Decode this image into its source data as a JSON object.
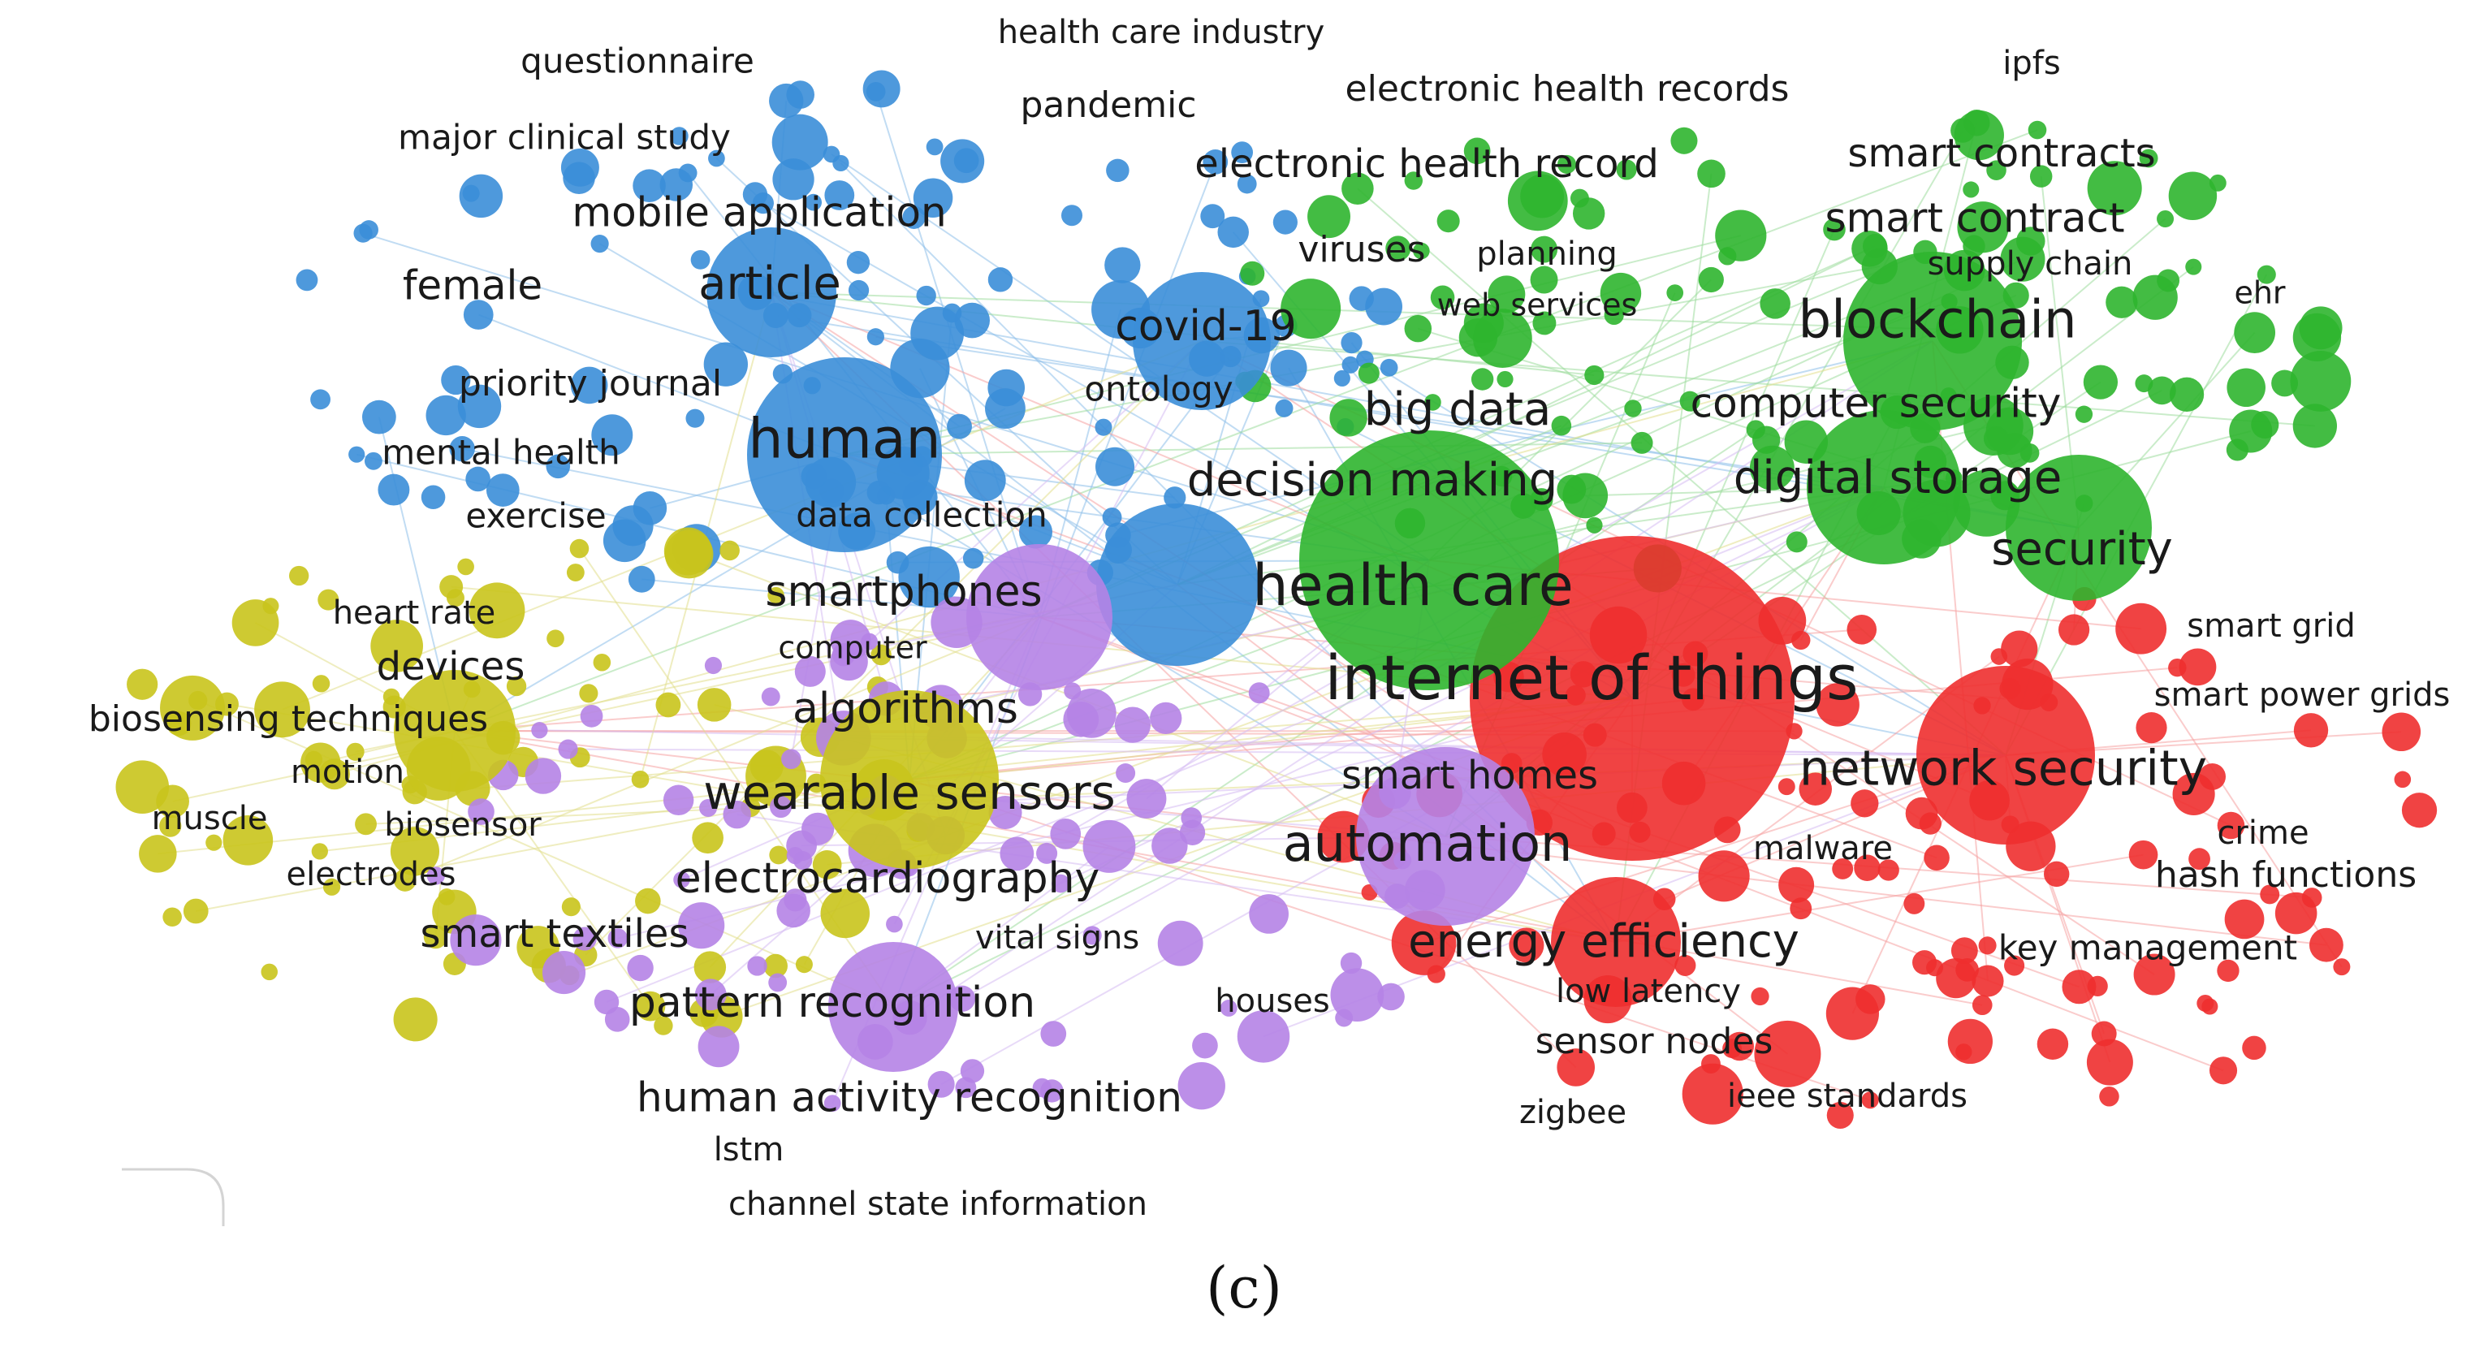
{
  "figure": {
    "caption": "(c)"
  },
  "colors": {
    "blue": "#3b8ed8",
    "green": "#2fb52f",
    "red": "#ee2f2f",
    "yellow": "#c9c41c",
    "purple": "#b583e6",
    "blue_link": "#8fc0ea",
    "green_link": "#9fdd9f",
    "red_link": "#f6a3a3",
    "yellow_link": "#e2df8e",
    "purple_link": "#d6bdf3"
  },
  "terms": [
    {
      "id": "health-care-industry",
      "text": "health care industry",
      "cluster": "blue"
    },
    {
      "id": "questionnaire",
      "text": "questionnaire",
      "cluster": "blue"
    },
    {
      "id": "ipfs",
      "text": "ipfs",
      "cluster": "green"
    },
    {
      "id": "pandemic",
      "text": "pandemic",
      "cluster": "blue"
    },
    {
      "id": "electronic-health-records",
      "text": "electronic health records",
      "cluster": "green"
    },
    {
      "id": "major-clinical-study",
      "text": "major clinical study",
      "cluster": "blue"
    },
    {
      "id": "smart-contracts",
      "text": "smart contracts",
      "cluster": "green"
    },
    {
      "id": "electronic-health-record",
      "text": "electronic health record",
      "cluster": "green"
    },
    {
      "id": "mobile-application",
      "text": "mobile application",
      "cluster": "blue"
    },
    {
      "id": "smart-contract",
      "text": "smart contract",
      "cluster": "green"
    },
    {
      "id": "viruses",
      "text": "viruses",
      "cluster": "blue"
    },
    {
      "id": "planning",
      "text": "planning",
      "cluster": "green"
    },
    {
      "id": "supply-chain",
      "text": "supply chain",
      "cluster": "green"
    },
    {
      "id": "female",
      "text": "female",
      "cluster": "blue"
    },
    {
      "id": "article",
      "text": "article",
      "cluster": "blue"
    },
    {
      "id": "ehr",
      "text": "ehr",
      "cluster": "green"
    },
    {
      "id": "web-services",
      "text": "web services",
      "cluster": "green"
    },
    {
      "id": "blockchain",
      "text": "blockchain",
      "cluster": "green"
    },
    {
      "id": "covid-19",
      "text": "covid-19",
      "cluster": "blue"
    },
    {
      "id": "priority-journal",
      "text": "priority journal",
      "cluster": "blue"
    },
    {
      "id": "ontology",
      "text": "ontology",
      "cluster": "blue"
    },
    {
      "id": "big-data",
      "text": "big data",
      "cluster": "green"
    },
    {
      "id": "computer-security",
      "text": "computer security",
      "cluster": "green"
    },
    {
      "id": "human",
      "text": "human",
      "cluster": "blue"
    },
    {
      "id": "mental-health",
      "text": "mental health",
      "cluster": "blue"
    },
    {
      "id": "decision-making",
      "text": "decision making",
      "cluster": "green"
    },
    {
      "id": "digital-storage",
      "text": "digital storage",
      "cluster": "green"
    },
    {
      "id": "exercise",
      "text": "exercise",
      "cluster": "yellow"
    },
    {
      "id": "data-collection",
      "text": "data collection",
      "cluster": "blue"
    },
    {
      "id": "security",
      "text": "security",
      "cluster": "green"
    },
    {
      "id": "health-care",
      "text": "health care",
      "cluster": "green"
    },
    {
      "id": "smartphones",
      "text": "smartphones",
      "cluster": "purple"
    },
    {
      "id": "heart-rate",
      "text": "heart rate",
      "cluster": "yellow"
    },
    {
      "id": "smart-grid",
      "text": "smart grid",
      "cluster": "red"
    },
    {
      "id": "computer",
      "text": "computer",
      "cluster": "purple"
    },
    {
      "id": "devices",
      "text": "devices",
      "cluster": "yellow"
    },
    {
      "id": "internet-of-things",
      "text": "internet of things",
      "cluster": "red"
    },
    {
      "id": "smart-power-grids",
      "text": "smart power grids",
      "cluster": "red"
    },
    {
      "id": "biosensing-techniques",
      "text": "biosensing techniques",
      "cluster": "yellow"
    },
    {
      "id": "algorithms",
      "text": "algorithms",
      "cluster": "purple"
    },
    {
      "id": "motion",
      "text": "motion",
      "cluster": "yellow"
    },
    {
      "id": "smart-homes",
      "text": "smart homes",
      "cluster": "purple"
    },
    {
      "id": "network-security",
      "text": "network security",
      "cluster": "red"
    },
    {
      "id": "wearable-sensors",
      "text": "wearable sensors",
      "cluster": "yellow"
    },
    {
      "id": "muscle",
      "text": "muscle",
      "cluster": "yellow"
    },
    {
      "id": "biosensor",
      "text": "biosensor",
      "cluster": "yellow"
    },
    {
      "id": "crime",
      "text": "crime",
      "cluster": "red"
    },
    {
      "id": "automation",
      "text": "automation",
      "cluster": "purple"
    },
    {
      "id": "malware",
      "text": "malware",
      "cluster": "red"
    },
    {
      "id": "electrodes",
      "text": "electrodes",
      "cluster": "yellow"
    },
    {
      "id": "electrocardiography",
      "text": "electrocardiography",
      "cluster": "yellow"
    },
    {
      "id": "hash-functions",
      "text": "hash functions",
      "cluster": "red"
    },
    {
      "id": "smart-textiles",
      "text": "smart textiles",
      "cluster": "yellow"
    },
    {
      "id": "vital-signs",
      "text": "vital signs",
      "cluster": "purple"
    },
    {
      "id": "energy-efficiency",
      "text": "energy efficiency",
      "cluster": "red"
    },
    {
      "id": "key-management",
      "text": "key management",
      "cluster": "red"
    },
    {
      "id": "low-latency",
      "text": "low latency",
      "cluster": "red"
    },
    {
      "id": "pattern-recognition",
      "text": "pattern recognition",
      "cluster": "purple"
    },
    {
      "id": "houses",
      "text": "houses",
      "cluster": "purple"
    },
    {
      "id": "sensor-nodes",
      "text": "sensor nodes",
      "cluster": "red"
    },
    {
      "id": "human-activity-recognition",
      "text": "human activity recognition",
      "cluster": "purple"
    },
    {
      "id": "ieee-standards",
      "text": "ieee standards",
      "cluster": "red"
    },
    {
      "id": "zigbee",
      "text": "zigbee",
      "cluster": "red"
    },
    {
      "id": "lstm",
      "text": "lstm",
      "cluster": "purple"
    },
    {
      "id": "channel-state-information",
      "text": "channel state information",
      "cluster": "purple"
    }
  ]
}
